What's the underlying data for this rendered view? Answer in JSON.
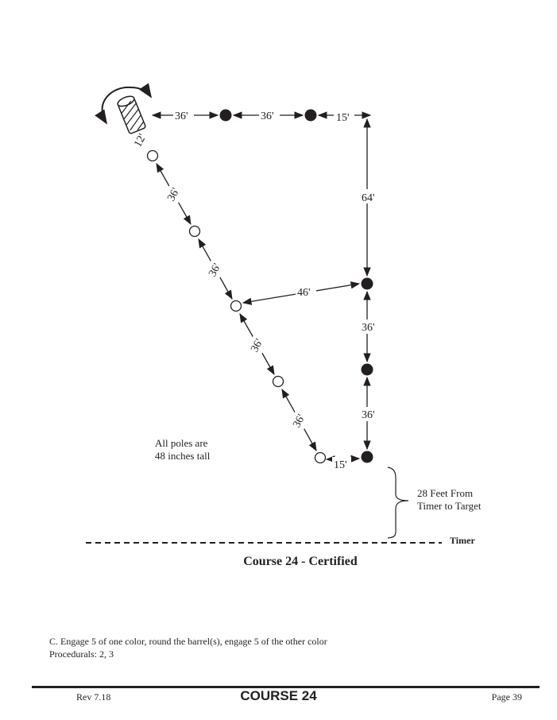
{
  "diagram": {
    "distances": {
      "barrel_to_first_top": "36'",
      "top_between": "36'",
      "top_to_corner": "15'",
      "corner_down": "64'",
      "cross": "46'",
      "right_1": "36'",
      "right_2": "36'",
      "barrel_to_first_open": "12'",
      "diag_1": "36'",
      "diag_2": "36'",
      "diag_3": "36'",
      "diag_4": "36'",
      "bottom": "15'"
    },
    "poles_note_line1": "All poles are",
    "poles_note_line2": "48 inches tall",
    "timer_note_line1": "28 Feet From",
    "timer_note_line2": "Timer to Target",
    "timer_label": "Timer",
    "title": "Course 24 - Certified"
  },
  "instructions": {
    "line1": "C. Engage 5 of one color, round the barrel(s), engage 5 of the other color",
    "line2": "Procedurals:  2, 3"
  },
  "footer": {
    "rev": "Rev 7.18",
    "course": "COURSE 24",
    "page": "Page 39"
  }
}
